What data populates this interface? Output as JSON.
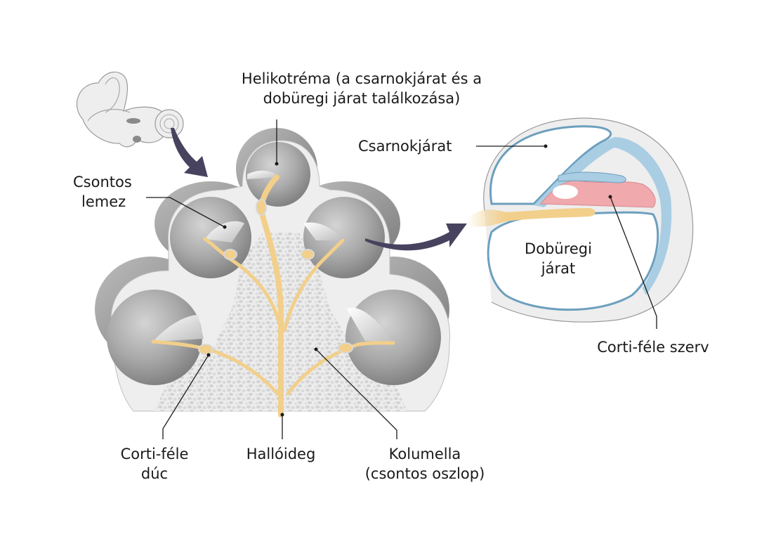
{
  "title": "Cochlea cross-section diagram (Hungarian)",
  "labels": {
    "helicotrema": {
      "line1": "Helikotréma (a csarnokjárat és a",
      "line2": "dobüregi járat találkozása)"
    },
    "bony_lamina": {
      "line1": "Csontos",
      "line2": "lemez"
    },
    "scala_vestibuli": "Csarnokjárat",
    "scala_tympani": {
      "line1": "Dobüregi",
      "line2": "járat"
    },
    "organ_of_corti": "Corti-féle szerv",
    "spiral_ganglion": {
      "line1": "Corti-féle",
      "line2": "dúc"
    },
    "auditory_nerve": "Hallóideg",
    "modiolus": {
      "line1": "Kolumella",
      "line2": "(csontos oszlop)"
    }
  },
  "colors": {
    "arrow": "#47435f",
    "nerve": "#f2cf8a",
    "membrane": "#a9cde3",
    "membrane_edge": "#6c9fbe",
    "corti_tissue": "#f0a9ad",
    "bone": "#eeeeee",
    "bone_texture": "#d2d2d2",
    "chamber_dark": "#8a8a8a",
    "chamber_light": "#d8d8d8",
    "leader_line": "#1a1a1a"
  }
}
